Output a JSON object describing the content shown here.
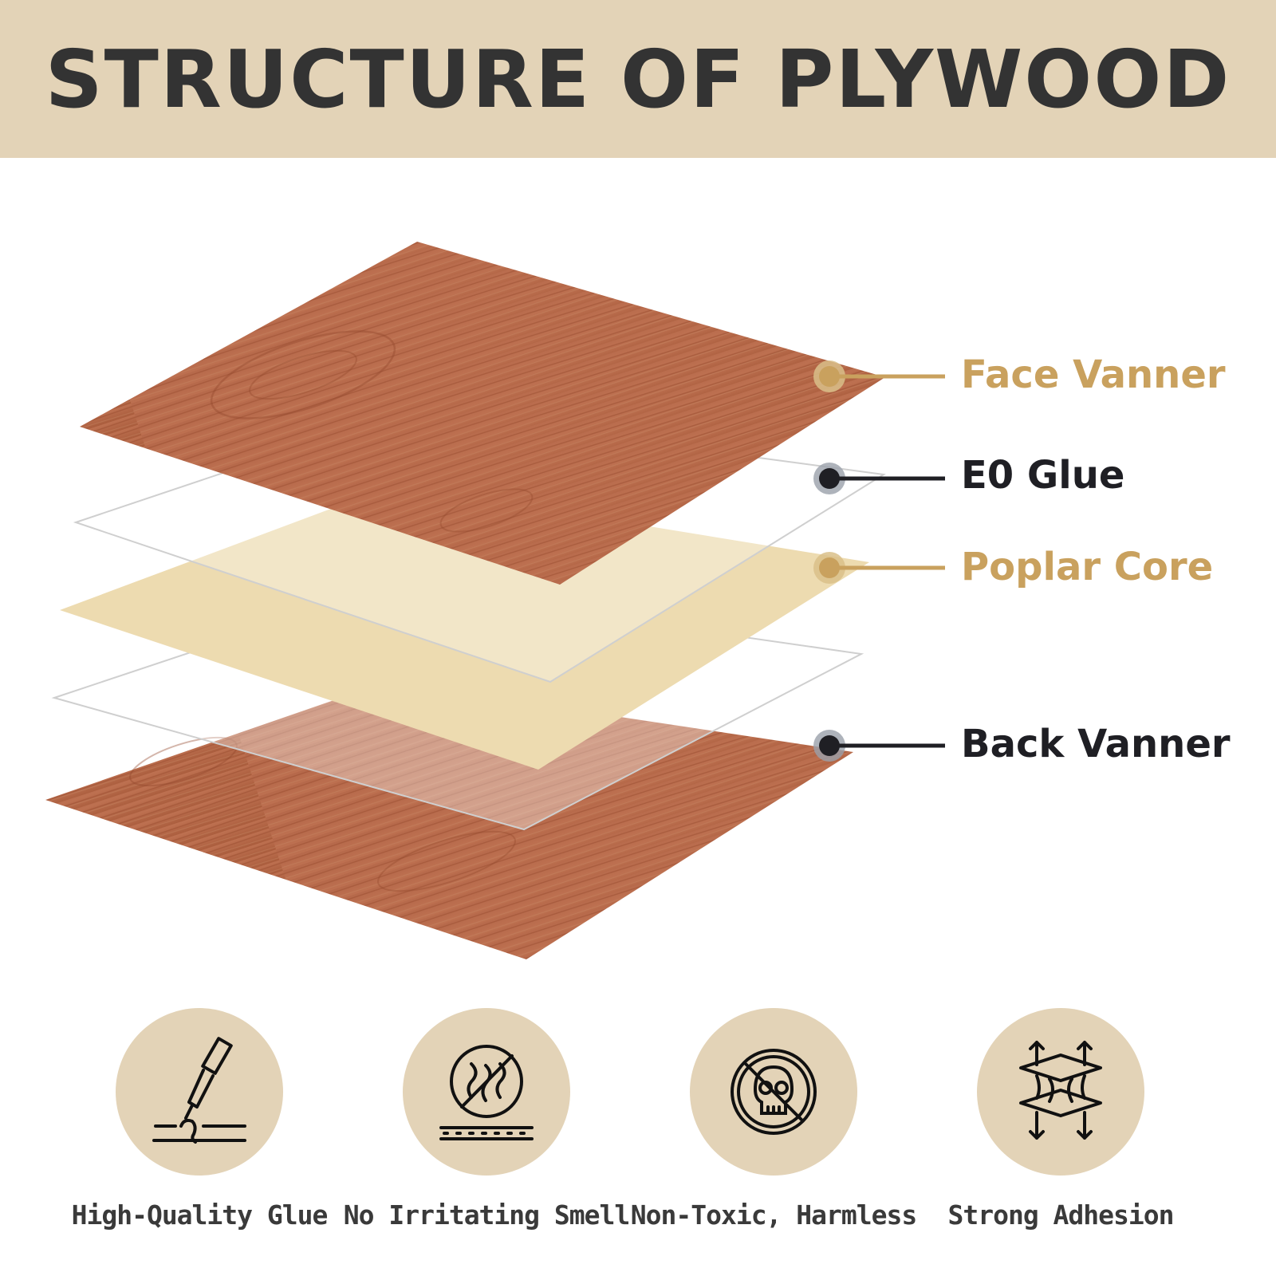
{
  "title": "STRUCTURE OF PLYWOOD",
  "colors": {
    "header_band": "#e3d3b7",
    "title_text": "#333333",
    "wood": "#b86a45",
    "wood_dark": "#9a4f31",
    "poplar": "#eddbb0",
    "accent_tan": "#c9a15e",
    "dark_text": "#1f1f24"
  },
  "layers": [
    {
      "label": "Face Vanner",
      "color": "#c9a15e"
    },
    {
      "label": "E0 Glue",
      "color": "#1f1f24"
    },
    {
      "label": "Poplar Core",
      "color": "#c9a15e"
    },
    {
      "label": "Back Vanner",
      "color": "#1f1f24"
    }
  ],
  "features": [
    {
      "label": "High-Quality Glue",
      "icon": "glue-tube-icon"
    },
    {
      "label": "No Irritating Smell",
      "icon": "no-odor-icon"
    },
    {
      "label": "Non-Toxic, Harmless",
      "icon": "no-toxic-skull-icon"
    },
    {
      "label": "Strong Adhesion",
      "icon": "adhesion-arrows-icon"
    }
  ]
}
